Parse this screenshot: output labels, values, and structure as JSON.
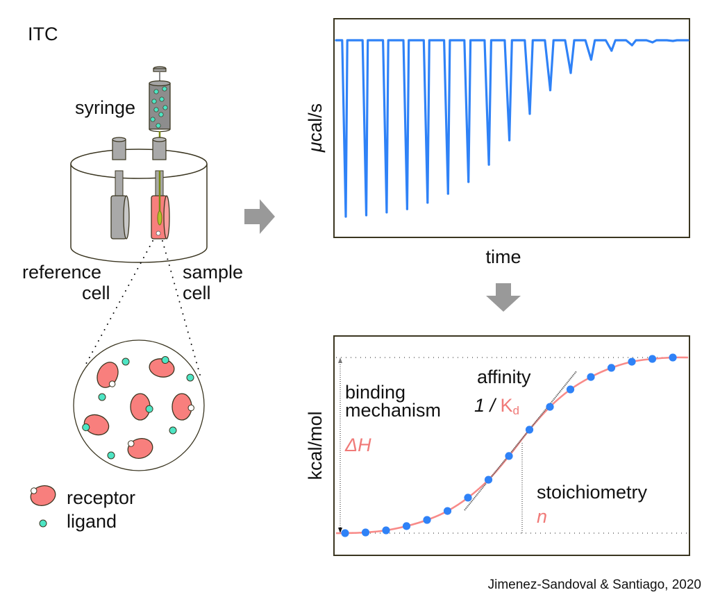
{
  "title": "ITC",
  "instrument": {
    "syringe_label": "syringe",
    "reference_cell_label": [
      "reference",
      "cell"
    ],
    "sample_cell_label": [
      "sample",
      "cell"
    ]
  },
  "legend": {
    "receptor_label": "receptor",
    "ligand_label": "ligand"
  },
  "colors": {
    "receptor": "#f87f7d",
    "ligand": "#4de5c4",
    "trace": "#2f82f7",
    "fit": "#f88a88",
    "frame": "#3a3520",
    "arrow": "#999999",
    "metal": "#a9a9a9",
    "annotation_accent": "#f07a78"
  },
  "chart_data": [
    {
      "type": "line",
      "title": "",
      "xlabel": "time",
      "ylabel": "μcal/s",
      "description": "ITC thermogram: heat-rate trace with downward injection peaks of decreasing magnitude",
      "baseline": 0,
      "ylim": [
        -1.1,
        0.15
      ],
      "injection_count": 17,
      "peak_depths_normalized": [
        1.0,
        0.992,
        0.976,
        0.957,
        0.921,
        0.87,
        0.803,
        0.705,
        0.567,
        0.417,
        0.283,
        0.185,
        0.11,
        0.059,
        0.028,
        0.012,
        0.004
      ],
      "grid": false
    },
    {
      "type": "scatter",
      "title": "",
      "xlabel": "",
      "ylabel": "kcal/mol",
      "description": "Binding isotherm with sigmoidal fit",
      "x": [
        1,
        2,
        3,
        4,
        5,
        6,
        7,
        8,
        9,
        10,
        11,
        12,
        13,
        14,
        15,
        16,
        17
      ],
      "y_normalized": [
        0.0,
        0.004,
        0.016,
        0.04,
        0.075,
        0.126,
        0.202,
        0.304,
        0.439,
        0.589,
        0.719,
        0.818,
        0.889,
        0.941,
        0.976,
        0.992,
        1.0
      ],
      "ylim": [
        0,
        1
      ],
      "grid": false,
      "annotations": {
        "enthalpy_title": [
          "binding",
          "mechanism"
        ],
        "enthalpy_symbol": "ΔH",
        "affinity_title": "affinity",
        "affinity_prefix": "1 / ",
        "affinity_symbol": "K",
        "affinity_subscript": "d",
        "stoichiometry_title": "stoichiometry",
        "stoichiometry_symbol": "n"
      }
    }
  ],
  "credit": "Jimenez-Sandoval & Santiago, 2020"
}
